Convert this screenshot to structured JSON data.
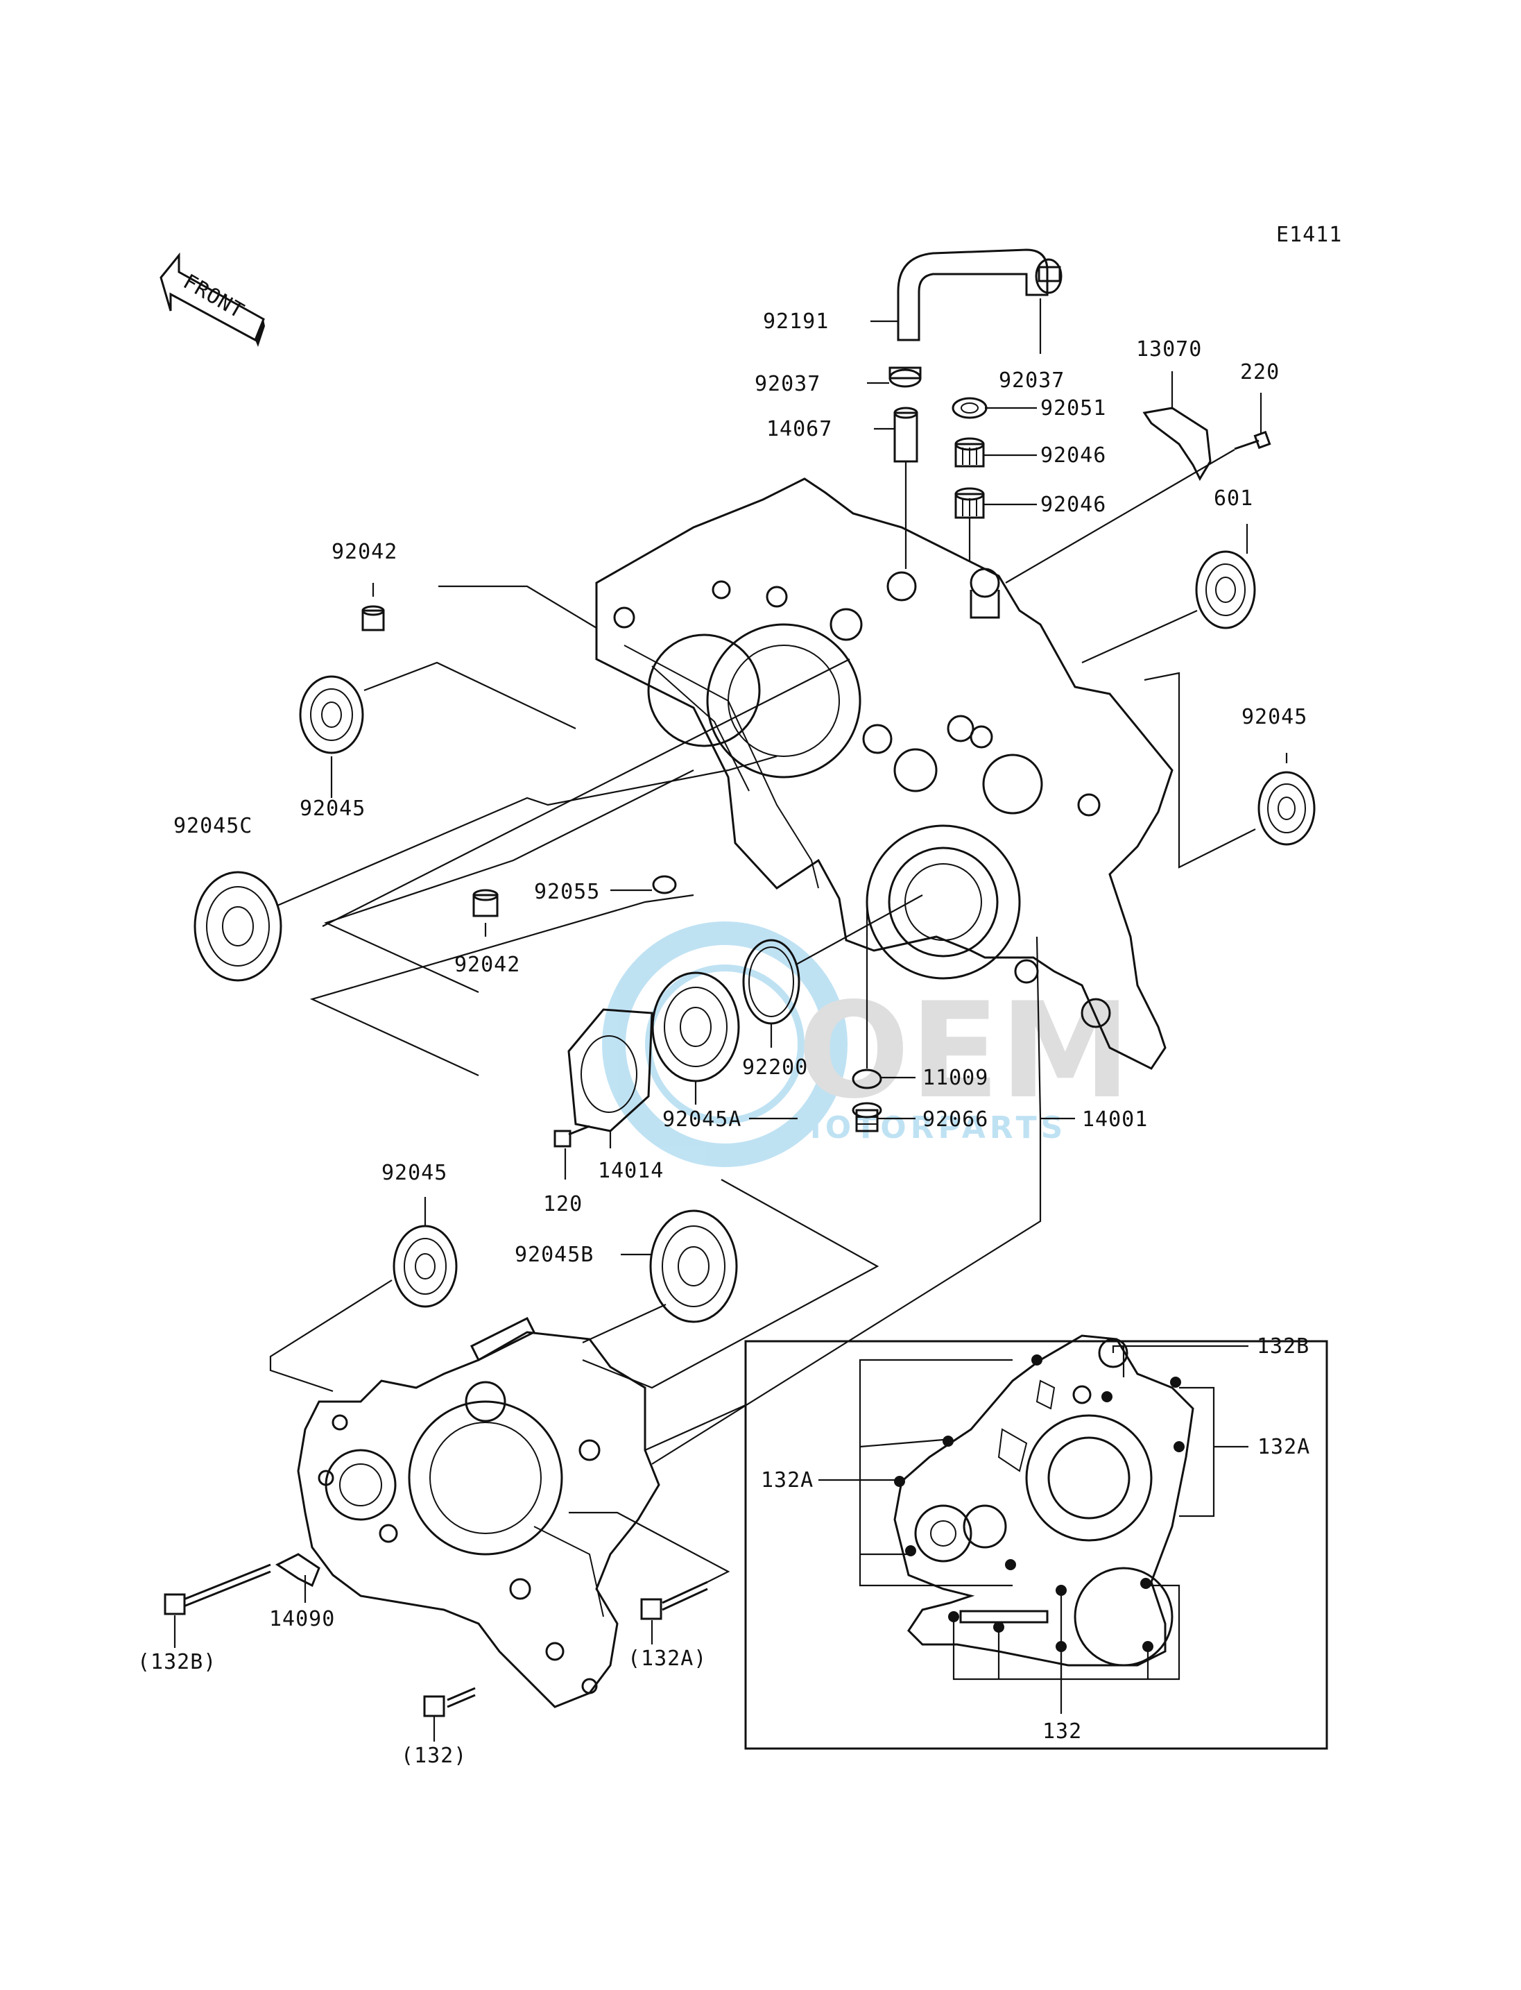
{
  "diagram_code": "E1411",
  "front_label": "FRONT",
  "watermark": {
    "logo_text": "OEM",
    "sub_text": "MOTORPARTS",
    "color": "#1e9ad6",
    "text_color": "#8a8a8a"
  },
  "parts": [
    {
      "id": "p92191",
      "label": "92191"
    },
    {
      "id": "p92037a",
      "label": "92037"
    },
    {
      "id": "p92037b",
      "label": "92037"
    },
    {
      "id": "p14067",
      "label": "14067"
    },
    {
      "id": "p92051",
      "label": "92051"
    },
    {
      "id": "p92046a",
      "label": "92046"
    },
    {
      "id": "p92046b",
      "label": "92046"
    },
    {
      "id": "p13070",
      "label": "13070"
    },
    {
      "id": "p220",
      "label": "220"
    },
    {
      "id": "p601",
      "label": "601"
    },
    {
      "id": "p92042a",
      "label": "92042"
    },
    {
      "id": "p92045a",
      "label": "92045"
    },
    {
      "id": "p92045b",
      "label": "92045"
    },
    {
      "id": "p92045c",
      "label": "92045C"
    },
    {
      "id": "p92055",
      "label": "92055"
    },
    {
      "id": "p92042b",
      "label": "92042"
    },
    {
      "id": "p92200",
      "label": "92200"
    },
    {
      "id": "p11009",
      "label": "11009"
    },
    {
      "id": "p92045A",
      "label": "92045A"
    },
    {
      "id": "p92066",
      "label": "92066"
    },
    {
      "id": "p14001",
      "label": "14001"
    },
    {
      "id": "p14014",
      "label": "14014"
    },
    {
      "id": "p120",
      "label": "120"
    },
    {
      "id": "p92045d",
      "label": "92045"
    },
    {
      "id": "p92045B",
      "label": "92045B"
    },
    {
      "id": "p132B",
      "label": "132B"
    },
    {
      "id": "p132Aa",
      "label": "132A"
    },
    {
      "id": "p132Ab",
      "label": "132A"
    },
    {
      "id": "p132",
      "label": "132"
    },
    {
      "id": "p14090",
      "label": "14090"
    },
    {
      "id": "p132Bp",
      "label": "(132B)"
    },
    {
      "id": "p132Ap",
      "label": "(132A)"
    },
    {
      "id": "p132p",
      "label": "(132)"
    }
  ]
}
